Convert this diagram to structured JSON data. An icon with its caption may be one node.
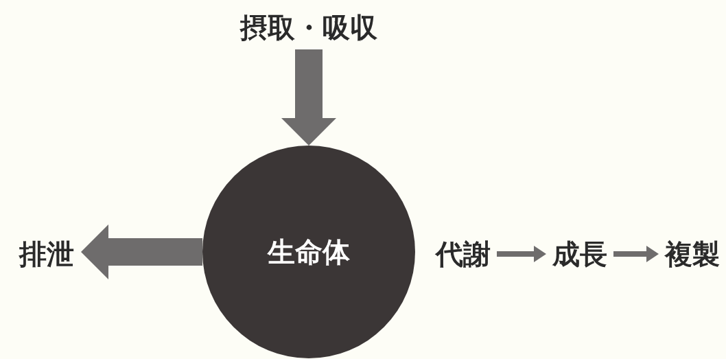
{
  "diagram": {
    "nodes": [
      {
        "text": [
          "摂取・吸収"
        ]
      },
      {
        "text": [
          "生命体"
        ]
      },
      {
        "text": [
          "排泄"
        ]
      },
      {
        "text": [
          "代謝"
        ]
      },
      {
        "text": [
          "成長"
        ]
      },
      {
        "text": [
          "複製"
        ]
      }
    ],
    "edges": [
      {
        "from": 0,
        "to": 1,
        "arrow": "to",
        "style": "thick"
      },
      {
        "from": 1,
        "to": 2,
        "arrow": "to",
        "style": "thick"
      },
      {
        "from": 3,
        "to": 4,
        "arrow": "to"
      },
      {
        "from": 4,
        "to": 5,
        "arrow": "to"
      }
    ]
  }
}
